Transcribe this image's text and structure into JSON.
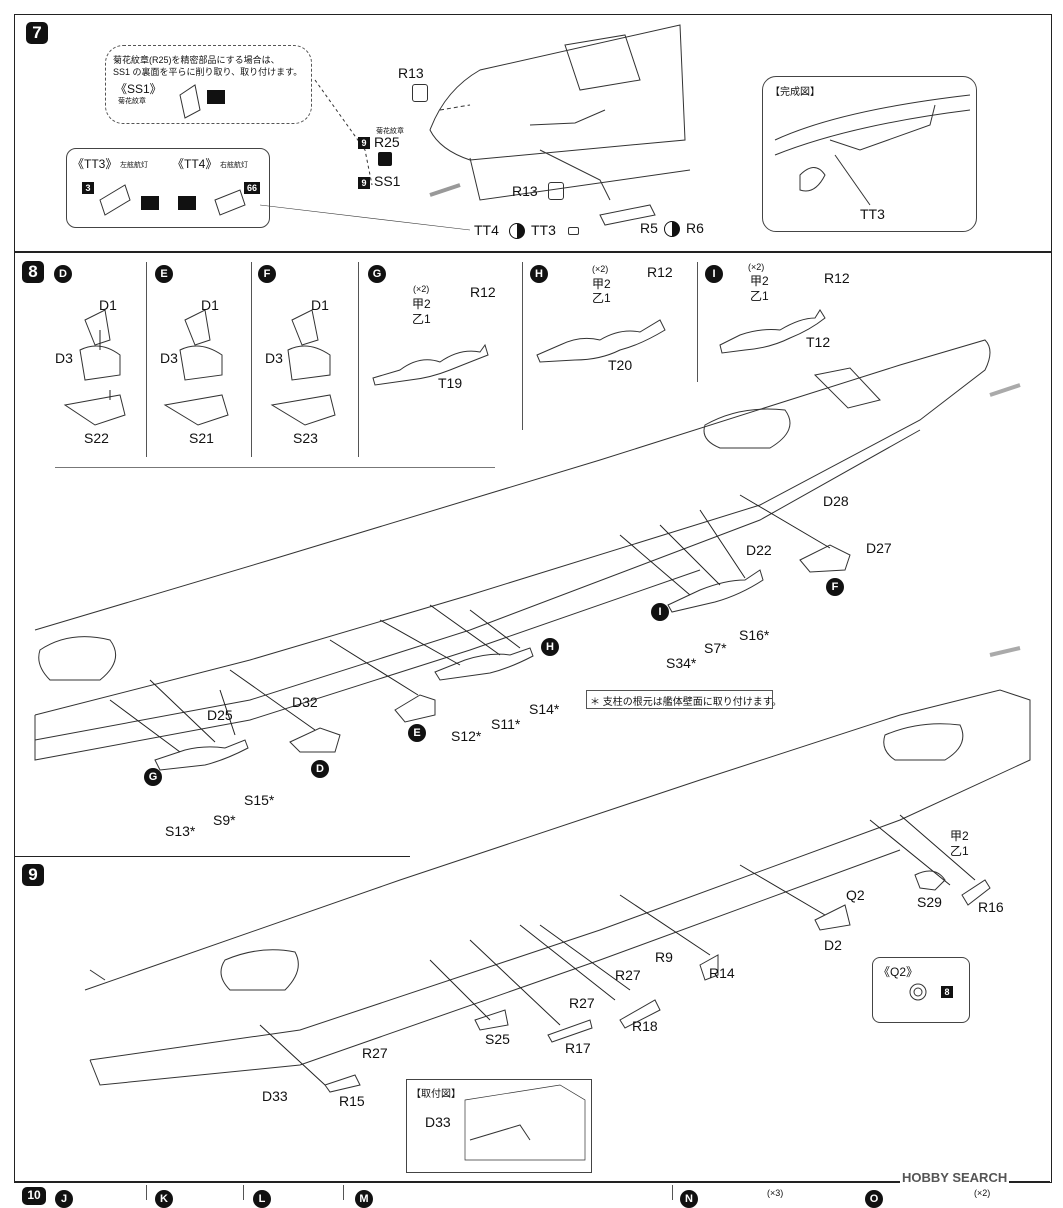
{
  "steps": {
    "s7": "7",
    "s8": "8",
    "s9": "9",
    "s10": "10"
  },
  "step7": {
    "note_line1": "菊花紋章(R25)を精密部品にする場合は、",
    "note_line2": "SS1 の裏面を平らに削り取り、取り付けます。",
    "ss1_title": "《SS1》",
    "ss1_sub": "菊花紋章",
    "tt3_title": "《TT3》",
    "tt3_sub": "左舷航灯",
    "tt4_title": "《TT4》",
    "tt4_sub": "右舷航灯",
    "tag3": "3",
    "tag66": "66",
    "tag9a": "9",
    "tag9b": "9",
    "r13_top": "R13",
    "r25_small": "菊花紋章",
    "r25": "R25",
    "ss1": "SS1",
    "r13_bottom": "R13",
    "tt4": "TT4",
    "tt3": "TT3",
    "r5": "R5",
    "r6": "R6",
    "done_title": "【完成図】",
    "done_tt3": "TT3"
  },
  "step8": {
    "sub_d": "D",
    "sub_e": "E",
    "sub_f": "F",
    "sub_g": "G",
    "sub_h": "H",
    "sub_i": "I",
    "d_d1": "D1",
    "d_d3": "D3",
    "d_s22": "S22",
    "e_d1": "D1",
    "e_d3": "D3",
    "e_s21": "S21",
    "f_d1": "D1",
    "f_d3": "D3",
    "f_s23": "S23",
    "g_x2": "(×2)",
    "g_kou": "甲2",
    "g_otsu": "乙1",
    "g_r12": "R12",
    "g_t19": "T19",
    "h_x2": "(×2)",
    "h_kou": "甲2",
    "h_otsu": "乙1",
    "h_r12": "R12",
    "h_t20": "T20",
    "i_x2": "(×2)",
    "i_kou": "甲2",
    "i_otsu": "乙1",
    "i_r12": "R12",
    "i_t12": "T12",
    "d28": "D28",
    "d27": "D27",
    "d22": "D22",
    "s34": "S34*",
    "s7": "S7*",
    "s16": "S16*",
    "s14": "S14*",
    "s12": "S12*",
    "s11": "S11*",
    "d25": "D25",
    "d32": "D32",
    "s13": "S13*",
    "s9": "S9*",
    "s15": "S15*",
    "note": "＊ 支柱の根元は艦体壁面に取り付けます。",
    "call_f": "F",
    "call_i": "I",
    "call_h": "H",
    "call_e": "E",
    "call_d": "D",
    "call_g": "G"
  },
  "step9": {
    "kou": "甲2",
    "otsu": "乙1",
    "s29": "S29",
    "r16": "R16",
    "q2": "Q2",
    "d2": "D2",
    "r9": "R9",
    "r14": "R14",
    "r27a": "R27",
    "r27b": "R27",
    "r27c": "R27",
    "r18": "R18",
    "r17": "R17",
    "s25": "S25",
    "d33": "D33",
    "r15": "R15",
    "q2_title": "《Q2》",
    "q2_tag": "8",
    "mount_title": "【取付図】",
    "mount_d33": "D33"
  },
  "step10": {
    "sub_j": "J",
    "sub_k": "K",
    "sub_l": "L",
    "sub_m": "M",
    "sub_n": "N",
    "sub_o": "O",
    "x3": "(×3)",
    "x2": "(×2)"
  },
  "watermark": "HOBBY SEARCH"
}
